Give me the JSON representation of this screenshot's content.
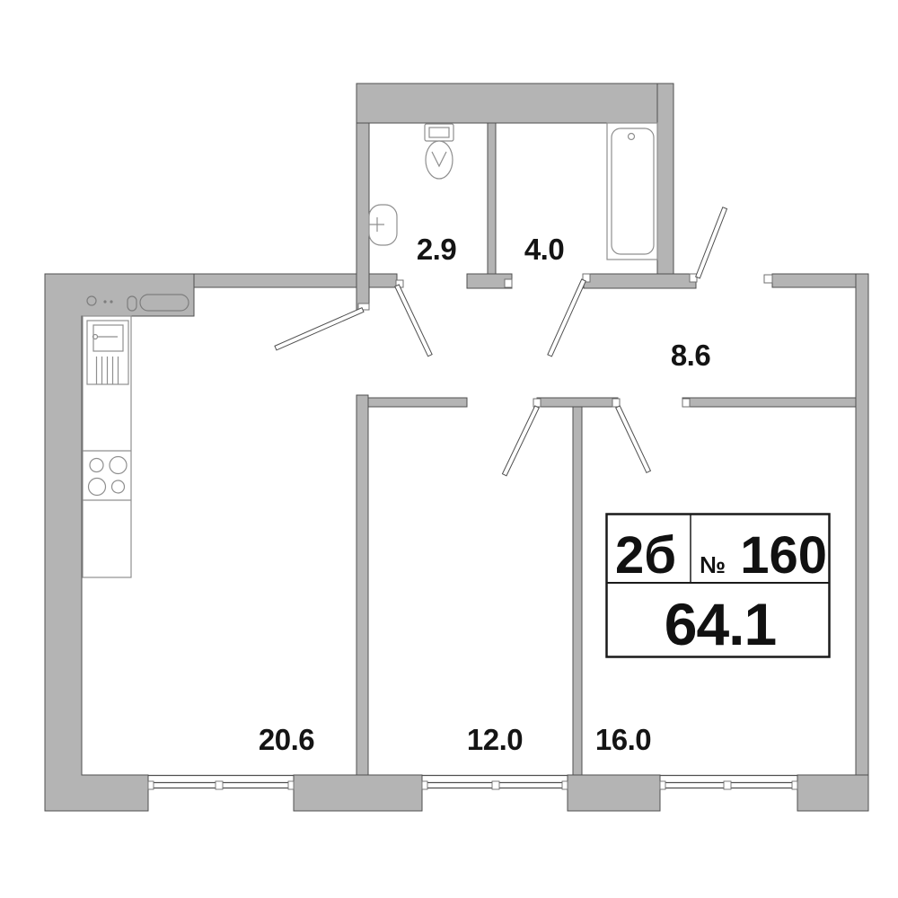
{
  "plan": {
    "title": "apartment floor plan",
    "rooms": [
      {
        "key": "wc",
        "area": "2.9"
      },
      {
        "key": "bathroom",
        "area": "4.0"
      },
      {
        "key": "hallway",
        "area": "8.6"
      },
      {
        "key": "kitchen-living-room",
        "area": "20.6"
      },
      {
        "key": "bedroom-1",
        "area": "12.0"
      },
      {
        "key": "bedroom-2",
        "area": "16.0"
      }
    ],
    "info_box": {
      "type": "2б",
      "number_sign": "№",
      "number": "160",
      "total_area": "64.1"
    },
    "colors": {
      "wall_fill": "#b4b4b4",
      "wall_outline": "#4f4f4f",
      "fixture_outline": "#8f8f8f",
      "door_fill": "#ffffff",
      "text": "#141414",
      "info_border": "#1a1a1a",
      "background": "#ffffff"
    }
  }
}
